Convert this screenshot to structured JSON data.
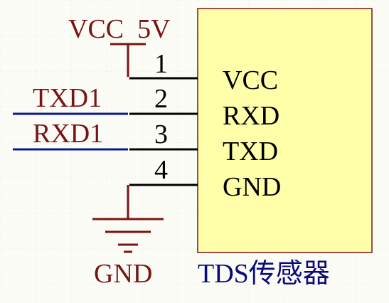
{
  "colors": {
    "background": "#fcfcf7",
    "grid": "#e6e6de",
    "component_fill": "#ffffaa",
    "component_border": "#7a1414",
    "pin_wire": "#000000",
    "net_wire": "#0a1a8a",
    "power_symbol": "#7a1414",
    "net_label_text": "#7a1414",
    "designator_text": "#0a0a7a"
  },
  "component": {
    "designator": "TDS传感器",
    "pins": [
      {
        "number": "1",
        "name": "VCC"
      },
      {
        "number": "2",
        "name": "RXD"
      },
      {
        "number": "3",
        "name": "TXD"
      },
      {
        "number": "4",
        "name": "GND"
      }
    ]
  },
  "power": {
    "vcc_label": "VCC  5V",
    "gnd_label": "GND"
  },
  "nets": [
    {
      "label": "TXD1",
      "pin": "2"
    },
    {
      "label": "RXD1",
      "pin": "3"
    }
  ]
}
